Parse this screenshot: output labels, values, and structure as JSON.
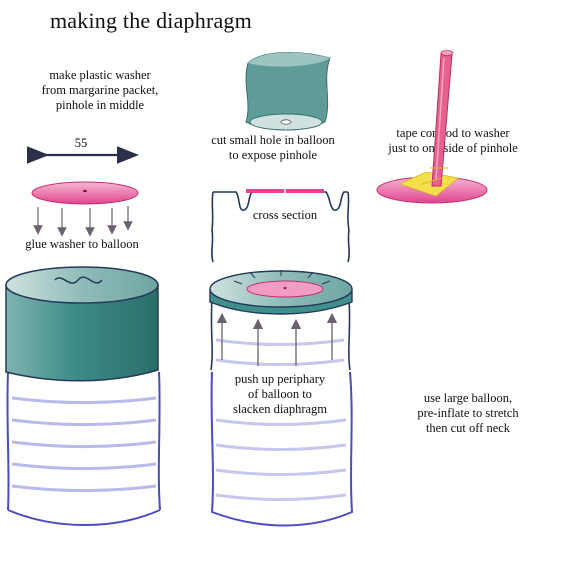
{
  "title": "making the diaphragm",
  "labels": {
    "washer": "make plastic washer\nfrom margarine packet,\npinhole in middle",
    "dimension": "55",
    "glue": "glue washer to balloon",
    "cut_hole": "cut small hole in balloon\nto expose pinhole",
    "cross_section": "cross section",
    "tape_rod": "tape con rod to washer\njust to one side of pinhole",
    "push_up": "push up periphary\nof balloon to\nslacken diaphragm",
    "large_balloon": "use large balloon,\npre-inflate to stretch\nthen cut off neck"
  },
  "colors": {
    "teal": "#3f8f8c",
    "teal_light": "#b9d3d0",
    "pink": "#e0458d",
    "yellow": "#f4e04a",
    "can_line": "#4a4cc4",
    "outline": "#243a5a"
  }
}
